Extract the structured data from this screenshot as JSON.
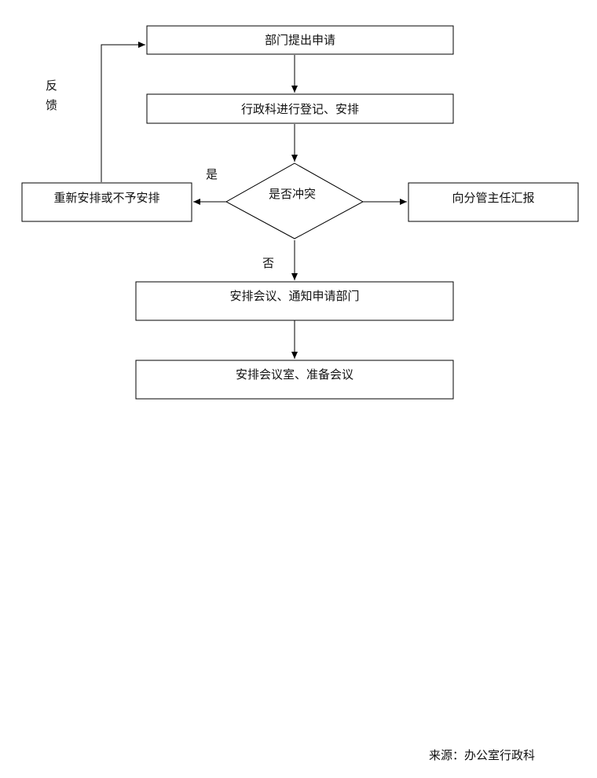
{
  "nodes": {
    "dept_request": "部门提出申请",
    "admin_register": "行政科进行登记、安排",
    "conflict_check": "是否冲突",
    "rearrange": "重新安排或不予安排",
    "report_manager": "向分管主任汇报",
    "arrange_notify": "安排会议、通知申请部门",
    "arrange_room": "安排会议室、准备会议"
  },
  "labels": {
    "yes": "是",
    "no": "否",
    "feedback_1": "反",
    "feedback_2": "馈"
  },
  "footer": {
    "source": "来源：办公室行政科"
  }
}
